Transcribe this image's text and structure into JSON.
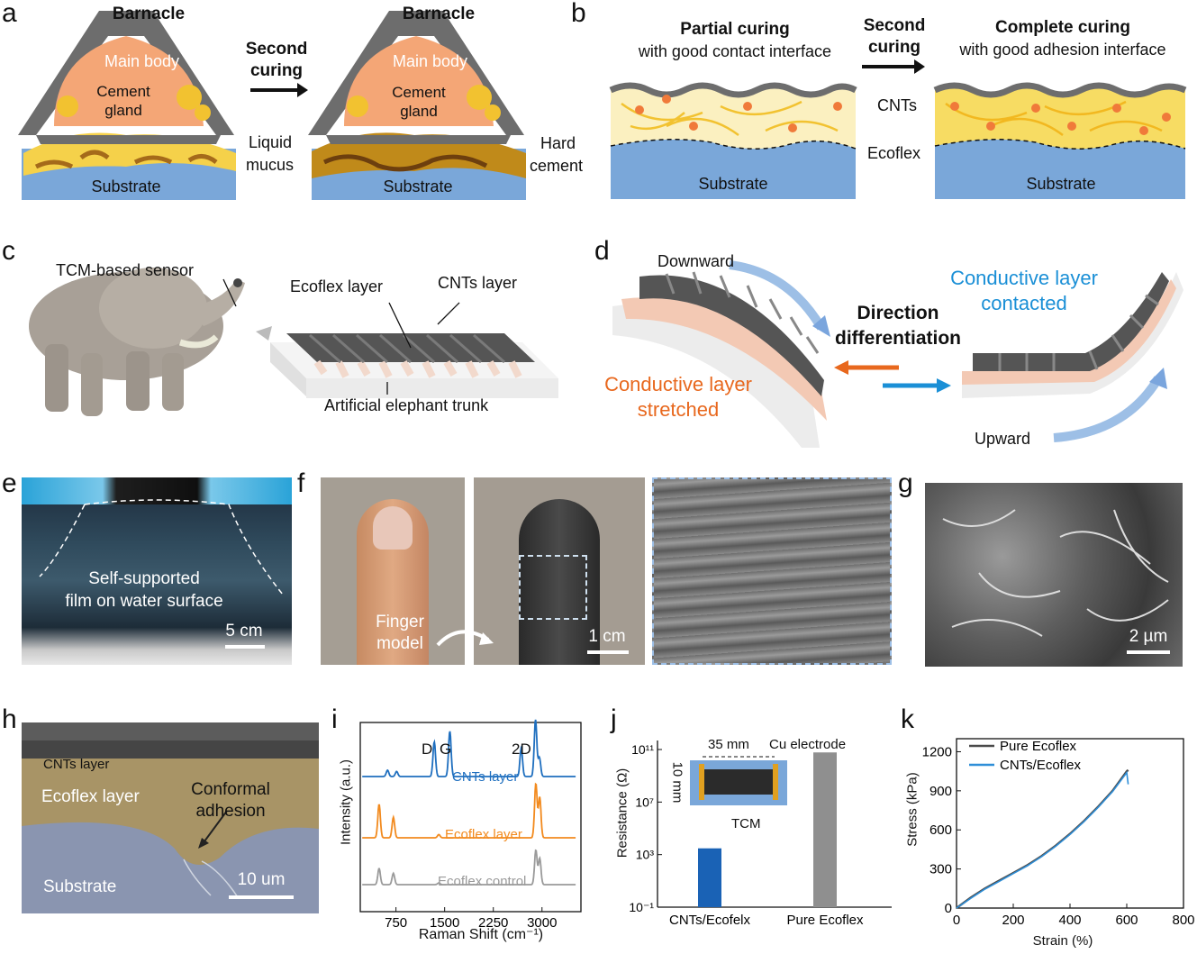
{
  "panels": {
    "a": {
      "label": "a",
      "left_title": "Barnacle",
      "right_title": "Barnacle",
      "main_body": "Main body",
      "cement_gland": "Cement\ngland",
      "cement_gland_l1": "Cement",
      "cement_gland_l2": "gland",
      "second_curing_l1": "Second",
      "second_curing_l2": "curing",
      "liquid_mucus_l1": "Liquid",
      "liquid_mucus_l2": "mucus",
      "hard_cement_l1": "Hard",
      "hard_cement_l2": "cement",
      "substrate": "Substrate"
    },
    "b": {
      "label": "b",
      "partial_title": "Partial curing",
      "partial_sub": "with good contact interface",
      "second_curing_l1": "Second",
      "second_curing_l2": "curing",
      "complete_title": "Complete curing",
      "complete_sub": "with good adhesion interface",
      "cnts": "CNTs",
      "ecoflex": "Ecoflex",
      "substrate": "Substrate"
    },
    "c": {
      "label": "c",
      "sensor": "TCM-based sensor",
      "ecoflex_layer": "Ecoflex layer",
      "cnts_layer": "CNTs layer",
      "trunk": "Artificial elephant trunk"
    },
    "d": {
      "label": "d",
      "downward": "Downward",
      "conductive_contacted_l1": "Conductive layer",
      "conductive_contacted_l2": "contacted",
      "direction_l1": "Direction",
      "direction_l2": "differentiation",
      "stretched_l1": "Conductive layer",
      "stretched_l2": "stretched",
      "upward": "Upward",
      "colors": {
        "blue": "#1a8fd6",
        "orange": "#e8681e"
      }
    },
    "e": {
      "label": "e",
      "caption_l1": "Self-supported",
      "caption_l2": "film on water surface",
      "scale": "5 cm"
    },
    "f": {
      "label": "f",
      "finger_l1": "Finger",
      "finger_l2": "model",
      "scale": "1 cm"
    },
    "g": {
      "label": "g",
      "scale": "2 µm"
    },
    "h": {
      "label": "h",
      "cnts_layer": "CNTs layer",
      "ecoflex_layer": "Ecoflex layer",
      "conformal_l1": "Conformal",
      "conformal_l2": "adhesion",
      "substrate": "Substrate",
      "scale": "10 um"
    },
    "i": {
      "label": "i",
      "ylabel": "Intensity (a.u.)",
      "xlabel": "Raman Shift (cm⁻¹)",
      "peak_d": "D",
      "peak_g": "G",
      "peak_2d": "2D",
      "traces": [
        "CNTs layer",
        "Ecoflex layer",
        "Ecoflex control"
      ],
      "colors": [
        "#1f6fbf",
        "#f28a1e",
        "#9a9a9a"
      ]
    },
    "j": {
      "label": "j",
      "ylabel": "Resistance (Ω)",
      "dim_w": "35 mm",
      "dim_h": "10 mm",
      "electrode": "Cu electrode",
      "tcm": "TCM"
    },
    "k": {
      "label": "k",
      "ylabel": "Stress (kPa)",
      "xlabel": "Strain (%)"
    }
  },
  "chart_data": [
    {
      "id": "i",
      "type": "line",
      "xlabel": "Raman Shift (cm⁻¹)",
      "ylabel": "Intensity (a.u.)",
      "xlim": [
        200,
        3600
      ],
      "x_ticks": [
        750,
        1500,
        2250,
        3000
      ],
      "y_ticks_visible": false,
      "series": [
        {
          "name": "CNTs layer",
          "color": "#1f6fbf",
          "peaks": [
            [
              620,
              0.1
            ],
            [
              760,
              0.08
            ],
            [
              1340,
              0.55
            ],
            [
              1580,
              0.72
            ],
            [
              2680,
              0.45
            ],
            [
              2900,
              0.9
            ],
            [
              2960,
              0.3
            ]
          ]
        },
        {
          "name": "Ecoflex layer",
          "color": "#f28a1e",
          "peaks": [
            [
              490,
              0.62
            ],
            [
              710,
              0.38
            ],
            [
              1410,
              0.06
            ],
            [
              2905,
              1.0
            ],
            [
              2965,
              0.75
            ]
          ]
        },
        {
          "name": "Ecoflex control",
          "color": "#9a9a9a",
          "peaks": [
            [
              490,
              0.4
            ],
            [
              710,
              0.28
            ],
            [
              1410,
              0.04
            ],
            [
              2905,
              0.85
            ],
            [
              2965,
              0.65
            ]
          ]
        }
      ]
    },
    {
      "id": "j",
      "type": "bar",
      "categories": [
        "CNTs/Ecofelx",
        "Pure Ecoflex"
      ],
      "values": [
        3000,
        60000000000.0
      ],
      "colors": [
        "#1a62b5",
        "#8f8f8f"
      ],
      "ylabel": "Resistance (Ω)",
      "yscale": "log",
      "ylim": [
        0.1,
        100000000000.0
      ],
      "y_ticks": [
        "10⁻¹",
        "10³",
        "10⁷",
        "10¹¹"
      ],
      "y_tick_values": [
        0.1,
        1000,
        10000000,
        100000000000
      ]
    },
    {
      "id": "k",
      "type": "line",
      "xlabel": "Strain (%)",
      "ylabel": "Stress (kPa)",
      "xlim": [
        0,
        800
      ],
      "ylim": [
        0,
        1300
      ],
      "x_ticks": [
        0,
        200,
        400,
        600,
        800
      ],
      "y_ticks": [
        0,
        300,
        600,
        900,
        1200
      ],
      "legend": "top-left",
      "series": [
        {
          "name": "Pure Ecoflex",
          "color": "#4a4a4a",
          "x": [
            0,
            50,
            100,
            150,
            200,
            250,
            300,
            350,
            400,
            450,
            500,
            550,
            600,
            605
          ],
          "y": [
            0,
            80,
            150,
            210,
            270,
            330,
            400,
            480,
            570,
            670,
            780,
            900,
            1050,
            1060
          ]
        },
        {
          "name": "CNTs/Ecoflex",
          "color": "#2f8fd8",
          "x": [
            0,
            50,
            100,
            150,
            200,
            250,
            300,
            350,
            400,
            450,
            500,
            550,
            600,
            605
          ],
          "y": [
            0,
            75,
            145,
            205,
            265,
            325,
            395,
            475,
            565,
            665,
            775,
            895,
            1040,
            950
          ]
        }
      ]
    }
  ]
}
